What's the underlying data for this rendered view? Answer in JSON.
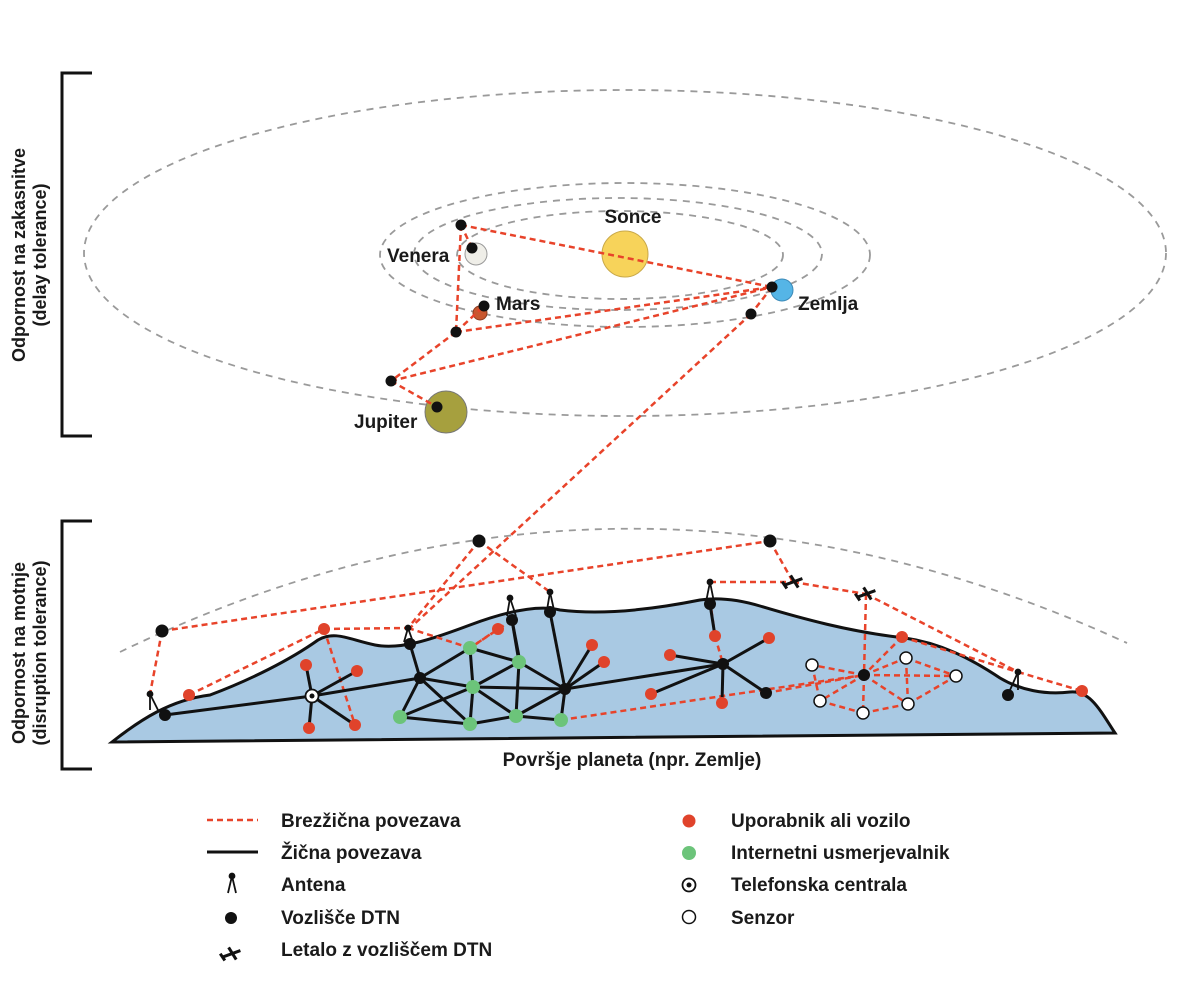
{
  "planets": {
    "sun": "Sonce",
    "venus": "Venera",
    "earth": "Zemlja",
    "mars": "Mars",
    "jupiter": "Jupiter"
  },
  "side_labels": {
    "delay_line1": "Odpornost na zakasnitve",
    "delay_line2": "(delay tolerance)",
    "disruption_line1": "Odpornost na motnje",
    "disruption_line2": "(disruption tolerance)"
  },
  "surface_label": "Površje planeta (npr. Zemlje)",
  "legend": {
    "wireless": "Brezžična povezava",
    "wired": "Žična povezava",
    "antenna": "Antena",
    "dtn_node": "Vozlišče DTN",
    "aircraft": "Letalo z vozliščem DTN",
    "user": "Uporabnik ali vozilo",
    "router": "Internetni usmerjevalnik",
    "exchange": "Telefonska centrala",
    "sensor": "Senzor"
  },
  "colors": {
    "wireless": "#e8432a",
    "wired": "#111111",
    "dtn_node": "#111111",
    "user": "#e0432b",
    "router": "#6cc47a",
    "sensor": "#ffffff",
    "land": "#a9c9e3",
    "orbit": "#9a9a9a",
    "sun": "#f7d35a",
    "venus": "#efeee8",
    "earth": "#55b5e6",
    "mars": "#c8572f",
    "jupiter": "#a6a03e"
  }
}
